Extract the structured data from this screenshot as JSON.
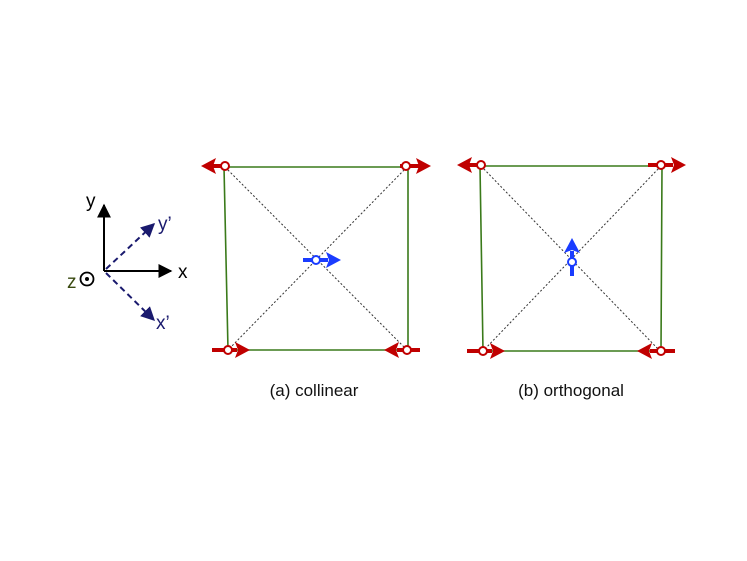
{
  "axes": {
    "x_label": "x",
    "y_label": "y",
    "z_label": "z",
    "x_prime_label": "x’",
    "y_prime_label": "y’"
  },
  "panels": [
    {
      "caption": "(a) collinear",
      "center_spin": "right"
    },
    {
      "caption": "(b) orthogonal",
      "center_spin": "up"
    }
  ],
  "colors": {
    "edge": "#3a7a1a",
    "diagonal": "#333333",
    "corner_spin": "#c00000",
    "center_spin": "#1a3cff",
    "axis": "#000000",
    "prime_axis": "#1a1a6e",
    "z_label": "#3a4a10"
  }
}
